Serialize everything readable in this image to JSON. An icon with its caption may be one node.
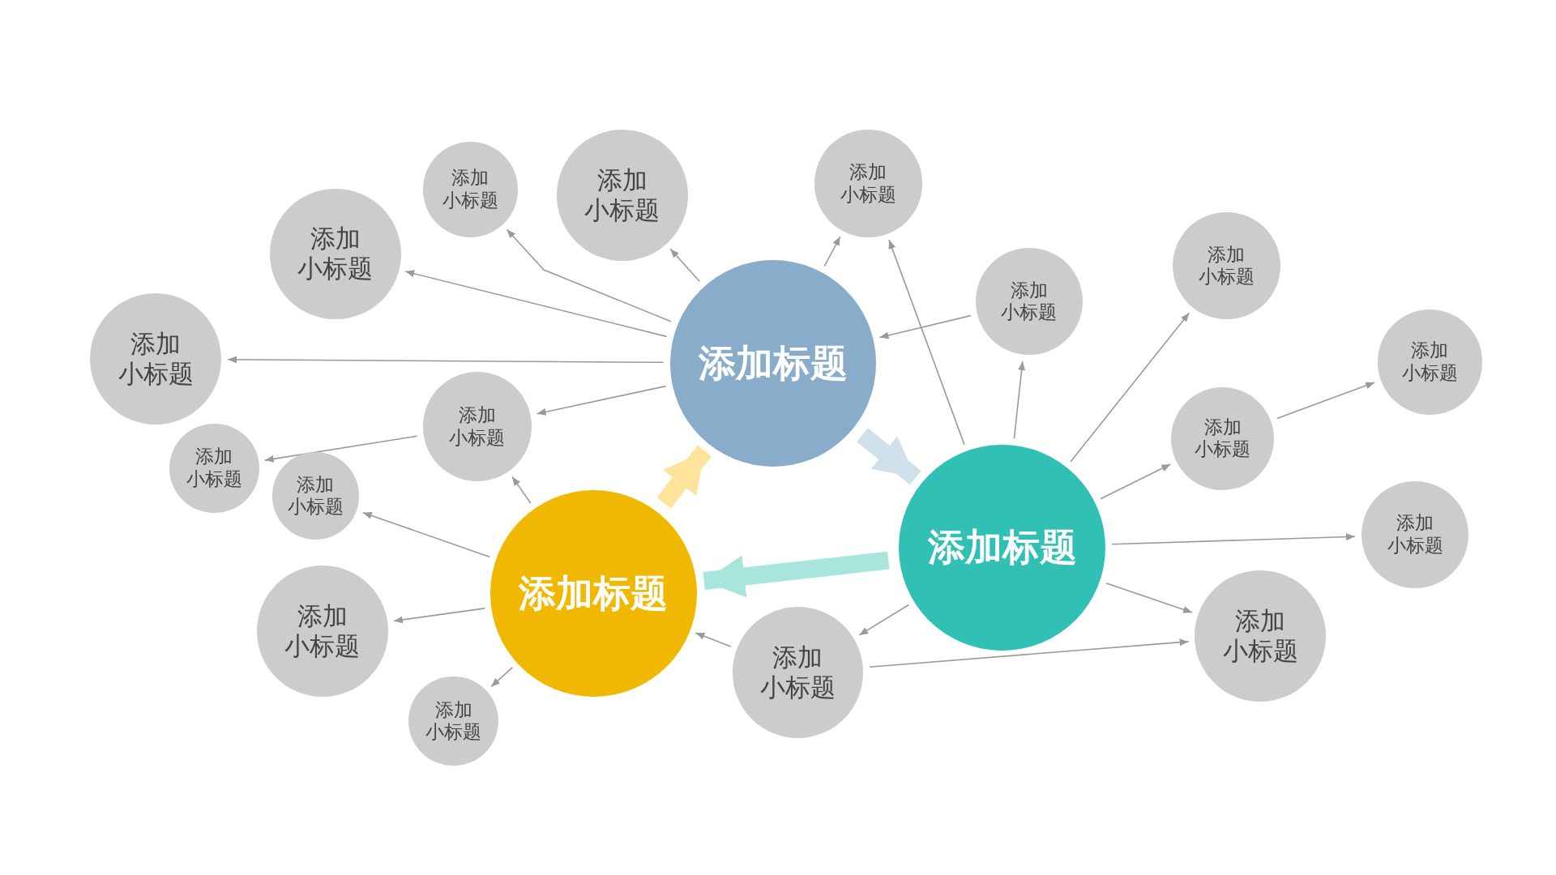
{
  "diagram": {
    "nodes": [
      {
        "text": [
          "添加标题"
        ]
      },
      {
        "text": [
          "添加标题"
        ]
      },
      {
        "text": [
          "添加标题"
        ]
      },
      {
        "text": [
          "添加小标题"
        ]
      },
      {
        "text": [
          "添加小标题"
        ]
      },
      {
        "text": [
          "添加小标题"
        ]
      },
      {
        "text": [
          "添加小标题"
        ]
      },
      {
        "text": [
          "添加小标题"
        ]
      },
      {
        "text": [
          "添加小标题"
        ]
      },
      {
        "text": [
          "添加小标题"
        ]
      },
      {
        "text": [
          "添加小标题"
        ]
      },
      {
        "text": [
          "添加小标题"
        ]
      },
      {
        "text": [
          "添加小标题"
        ]
      },
      {
        "text": [
          "添加小标题"
        ]
      },
      {
        "text": [
          "添加小标题"
        ]
      },
      {
        "text": [
          "添加小标题"
        ]
      },
      {
        "text": [
          "添加小标题"
        ]
      },
      {
        "text": [
          "添加小标题"
        ]
      },
      {
        "text": [
          "添加小标题"
        ]
      },
      {
        "text": [
          "添加小标题"
        ]
      }
    ],
    "edges": [
      {
        "from": 0,
        "to": 1,
        "arrow": "to",
        "style": "thick",
        "color": "#d0e0ea"
      },
      {
        "from": 1,
        "to": 2,
        "arrow": "to",
        "style": "thick",
        "color": "#a8e6dc"
      },
      {
        "from": 2,
        "to": 0,
        "arrow": "to",
        "style": "thick",
        "color": "#fde49a"
      },
      {
        "from": 0,
        "to": 3,
        "arrow": "to"
      },
      {
        "from": 0,
        "to": 4,
        "arrow": "to"
      },
      {
        "from": 0,
        "to": 5,
        "arrow": "to"
      },
      {
        "from": 0,
        "to": 6,
        "arrow": "to"
      },
      {
        "from": 0,
        "to": 7,
        "arrow": "to"
      },
      {
        "from": 0,
        "to": 12,
        "arrow": "to"
      },
      {
        "from": 7,
        "to": 8,
        "arrow": "to"
      },
      {
        "from": 2,
        "to": 7,
        "arrow": "to"
      },
      {
        "from": 2,
        "to": 9,
        "arrow": "to"
      },
      {
        "from": 2,
        "to": 10,
        "arrow": "to"
      },
      {
        "from": 2,
        "to": 11,
        "arrow": "to"
      },
      {
        "from": 19,
        "to": 2,
        "arrow": "to"
      },
      {
        "from": 1,
        "to": 19,
        "arrow": "to"
      },
      {
        "from": 19,
        "to": 18,
        "arrow": "to"
      },
      {
        "from": 1,
        "to": 12,
        "arrow": "to"
      },
      {
        "from": 13,
        "to": 0,
        "arrow": "to"
      },
      {
        "from": 1,
        "to": 13,
        "arrow": "to"
      },
      {
        "from": 1,
        "to": 14,
        "arrow": "to"
      },
      {
        "from": 1,
        "to": 16,
        "arrow": "to"
      },
      {
        "from": 16,
        "to": 15,
        "arrow": "to"
      },
      {
        "from": 1,
        "to": 17,
        "arrow": "to"
      },
      {
        "from": 1,
        "to": 18,
        "arrow": "to"
      }
    ]
  }
}
